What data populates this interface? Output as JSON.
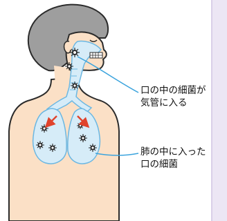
{
  "labels": {
    "mouth_bacteria": [
      "口の中の細菌が",
      "気管に入る"
    ],
    "lung_bacteria": [
      "肺の中に入った",
      "口の細菌"
    ]
  },
  "colors": {
    "hair": "#9e9e9e",
    "skin": "#fbe0c6",
    "airway": "#d6ecf8",
    "airway_outline": "#6bb7e2",
    "arrow": "#e0432c",
    "leader_line": "#3aa3dd",
    "outline": "#2b2b2b",
    "side_strip": "#ece6f4"
  },
  "icons": [
    "bacteria-icon",
    "arrow-icon"
  ]
}
